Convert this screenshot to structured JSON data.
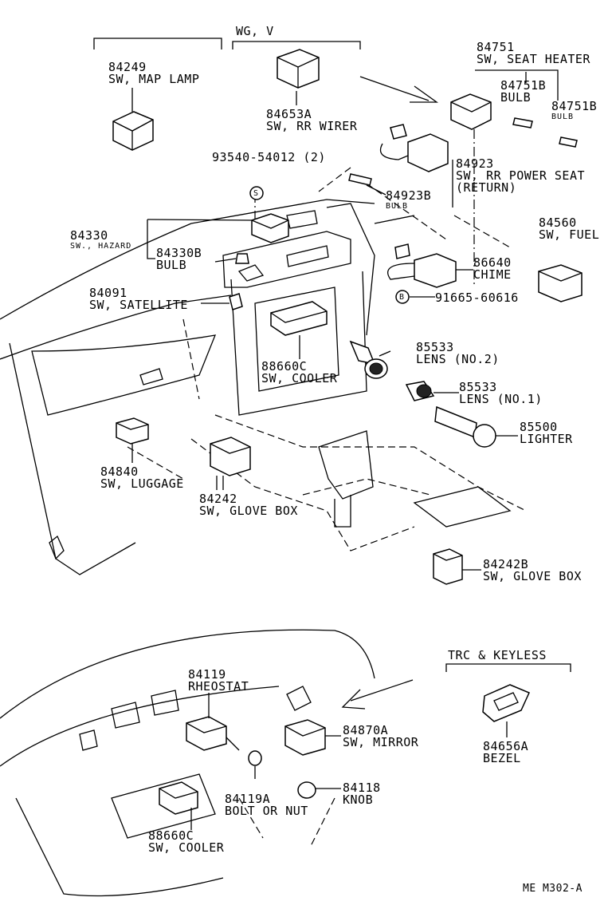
{
  "header_group": "WG, V",
  "trc_group": "TRC & KEYLESS",
  "footer_code": "ME M302-A",
  "parts": [
    {
      "id": "p84249",
      "code": "84249",
      "name": "SW, MAP LAMP"
    },
    {
      "id": "p84653A",
      "code": "84653A",
      "name": "SW, RR WIRER"
    },
    {
      "id": "p84751",
      "code": "84751",
      "name": "SW, SEAT HEATER"
    },
    {
      "id": "p84751B_1",
      "code": "84751B",
      "name": "BULB"
    },
    {
      "id": "p84751B_2",
      "code": "84751B",
      "name": "BULB"
    },
    {
      "id": "p93540",
      "code": "93540-54012 (2)",
      "name": ""
    },
    {
      "id": "p84923",
      "code": "84923",
      "name": "SW, RR POWER SEAT",
      "note": "(RETURN)"
    },
    {
      "id": "p84923B",
      "code": "84923B",
      "name": "BULB"
    },
    {
      "id": "p84330",
      "code": "84330",
      "name": "SW., HAZARD"
    },
    {
      "id": "p84330B",
      "code": "84330B",
      "name": "BULB"
    },
    {
      "id": "p84560",
      "code": "84560",
      "name": "SW, FUEL"
    },
    {
      "id": "p86640",
      "code": "86640",
      "name": "CHIME"
    },
    {
      "id": "p91665",
      "code": "91665-60616",
      "name": ""
    },
    {
      "id": "p84091",
      "code": "84091",
      "name": "SW, SATELLITE"
    },
    {
      "id": "p85533_2",
      "code": "85533",
      "name": "LENS (NO.2)"
    },
    {
      "id": "p88660C_1",
      "code": "88660C",
      "name": "SW, COOLER"
    },
    {
      "id": "p85533_1",
      "code": "85533",
      "name": "LENS (NO.1)"
    },
    {
      "id": "p85500",
      "code": "85500",
      "name": "LIGHTER"
    },
    {
      "id": "p84840",
      "code": "84840",
      "name": "SW, LUGGAGE"
    },
    {
      "id": "p84242",
      "code": "84242",
      "name": "SW, GLOVE BOX"
    },
    {
      "id": "p84242B",
      "code": "84242B",
      "name": "SW, GLOVE BOX"
    },
    {
      "id": "p84119",
      "code": "84119",
      "name": "RHEOSTAT"
    },
    {
      "id": "p84870A",
      "code": "84870A",
      "name": "SW, MIRROR"
    },
    {
      "id": "p84656A",
      "code": "84656A",
      "name": "BEZEL"
    },
    {
      "id": "p84119A",
      "code": "84119A",
      "name": "BOLT OR NUT"
    },
    {
      "id": "p84118",
      "code": "84118",
      "name": "KNOB"
    },
    {
      "id": "p88660C_2",
      "code": "88660C",
      "name": "SW, COOLER"
    }
  ],
  "markers": {
    "s_mark": "S",
    "b_mark": "B"
  }
}
